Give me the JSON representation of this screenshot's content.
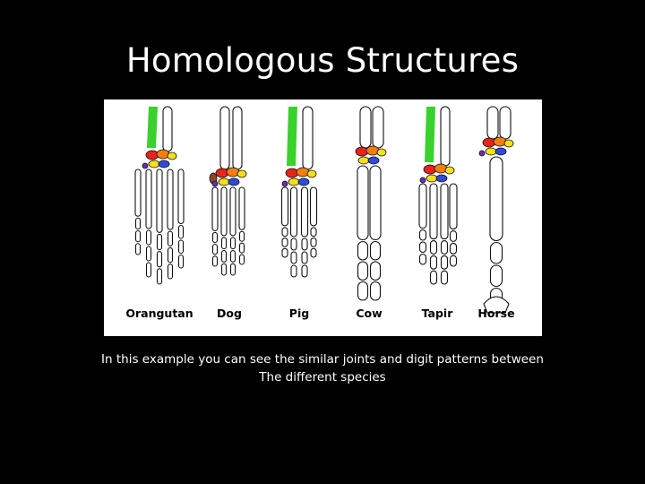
{
  "slide": {
    "title": "Homologous Structures",
    "caption_line1": "In this example you can see the similar joints and digit patterns between",
    "caption_line2": "The different species"
  },
  "figure": {
    "species": [
      "Orangutan",
      "Dog",
      "Pig",
      "Cow",
      "Tapir",
      "Horse"
    ],
    "colors": {
      "background": "#000000",
      "panel": "#ffffff",
      "radius": "#39d12b",
      "red": "#e8231c",
      "orange": "#f57e14",
      "yellow": "#f6e01c",
      "blue": "#2f4bd6",
      "purple": "#6a2bb5",
      "brown": "#8a4a2a",
      "bone_outline": "#111111"
    }
  }
}
